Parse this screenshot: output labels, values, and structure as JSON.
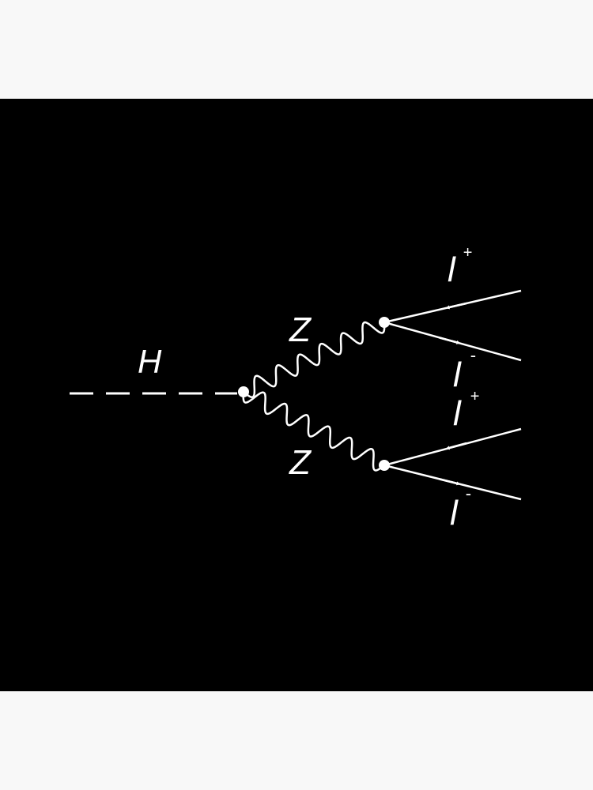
{
  "colors": {
    "background": "#000000",
    "ink": "#ffffff",
    "page": "#f8f8f8"
  },
  "labels": {
    "higgs": "H",
    "z_upper": "Z",
    "z_lower": "Z",
    "lepton_upper_plus": {
      "symbol": "l",
      "charge": "+"
    },
    "lepton_upper_minus": {
      "symbol": "l",
      "charge": "-"
    },
    "lepton_lower_plus": {
      "symbol": "l",
      "charge": "+"
    },
    "lepton_lower_minus": {
      "symbol": "l",
      "charge": "-"
    }
  }
}
